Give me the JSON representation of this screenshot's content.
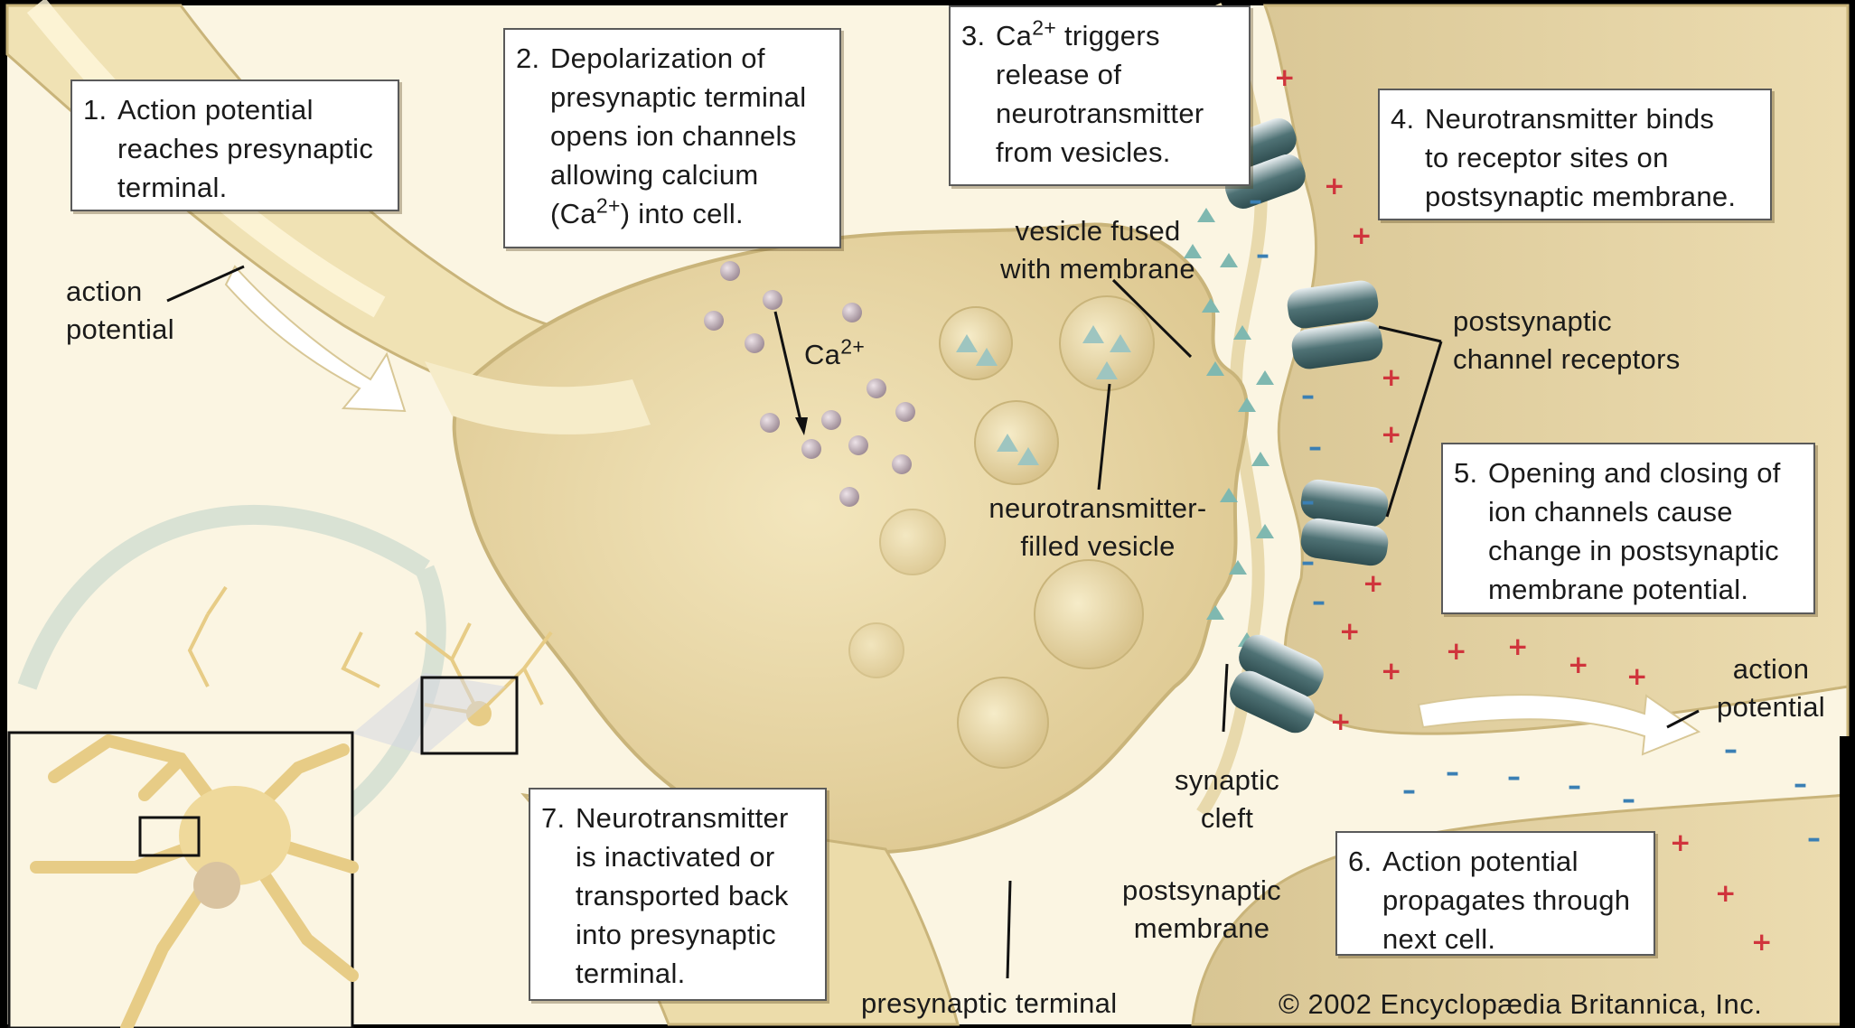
{
  "steps": [
    {
      "num": "1.",
      "text": "Action potential\nreaches presynaptic\nterminal."
    },
    {
      "num": "2.",
      "text": "Depolarization of\npresynaptic terminal\nopens ion channels\nallowing calcium\n(Ca2+) into cell."
    },
    {
      "num": "3.",
      "text": "Ca2+ triggers\nrelease of\nneurotransmitter\nfrom vesicles."
    },
    {
      "num": "4.",
      "text": "Neurotransmitter binds\nto receptor sites on\npostsynaptic membrane."
    },
    {
      "num": "5.",
      "text": "Opening and closing of\nion channels cause\nchange in postsynaptic\nmembrane potential."
    },
    {
      "num": "6.",
      "text": "Action potential\npropagates through\nnext cell."
    },
    {
      "num": "7.",
      "text": "Neurotransmitter\nis inactivated or\ntransported back\ninto presynaptic\nterminal."
    }
  ],
  "labels": {
    "action_potential_left": "action\npotential",
    "ca_ion": "Ca2+",
    "vesicle_fused": "vesicle fused\nwith membrane",
    "neurotransmitter_vesicle": "neurotransmitter-\nfilled vesicle",
    "channel_receptors": "postsynaptic\nchannel receptors",
    "action_potential_right": "action\npotential",
    "synaptic_cleft": "synaptic\ncleft",
    "postsynaptic_membrane": "postsynaptic\nmembrane",
    "presynaptic_terminal": "presynaptic terminal"
  },
  "credit": "© 2002 Encyclopædia Britannica, Inc.",
  "colors": {
    "background": "#fbf5e2",
    "neuron_fill": "#f0e2b4",
    "neuron_edge": "#c9b47a",
    "terminal_inner": "#e9d8a6",
    "postsynaptic_cell": "#e6d5a8",
    "receptor": "#4f7275",
    "calcium_ion": "#b7a5ae",
    "plus_sign": "#d0343c",
    "minus_sign": "#3a7fb4",
    "arrow": "#ffffff"
  }
}
